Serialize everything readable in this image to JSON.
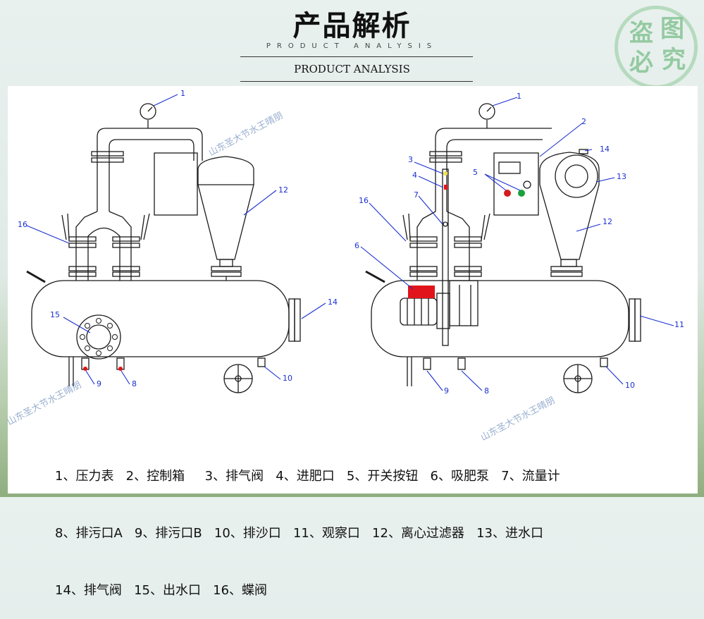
{
  "header": {
    "title_cn": "产品解析",
    "title_spaced": "PRODUCT ANALYSIS",
    "title_en": "PRODUCT ANALYSIS"
  },
  "stamp": {
    "c1": "盗",
    "c2": "图",
    "c3": "必",
    "c4": "究"
  },
  "watermark": "山东圣大节水王晴朋",
  "callouts_left": [
    "1",
    "12",
    "14",
    "15",
    "16",
    "9",
    "8",
    "10"
  ],
  "callouts_right": [
    "1",
    "2",
    "3",
    "4",
    "5",
    "7",
    "6",
    "14",
    "13",
    "12",
    "16",
    "11",
    "9",
    "8",
    "10"
  ],
  "legend": {
    "line1": "1、压力表   2、控制箱     3、排气阀   4、进肥口   5、开关按钮   6、吸肥泵   7、流量计",
    "line2": "8、排污口A   9、排污口B   10、排沙口   11、观察口   12、离心过滤器   13、进水口",
    "line3": "14、排气阀   15、出水口   16、蝶阀"
  },
  "colors": {
    "line": "#1a1a1a",
    "callout": "#1a2fd0",
    "pump": "#e0141a",
    "button_red": "#d41c1c",
    "button_green": "#19a13a"
  }
}
